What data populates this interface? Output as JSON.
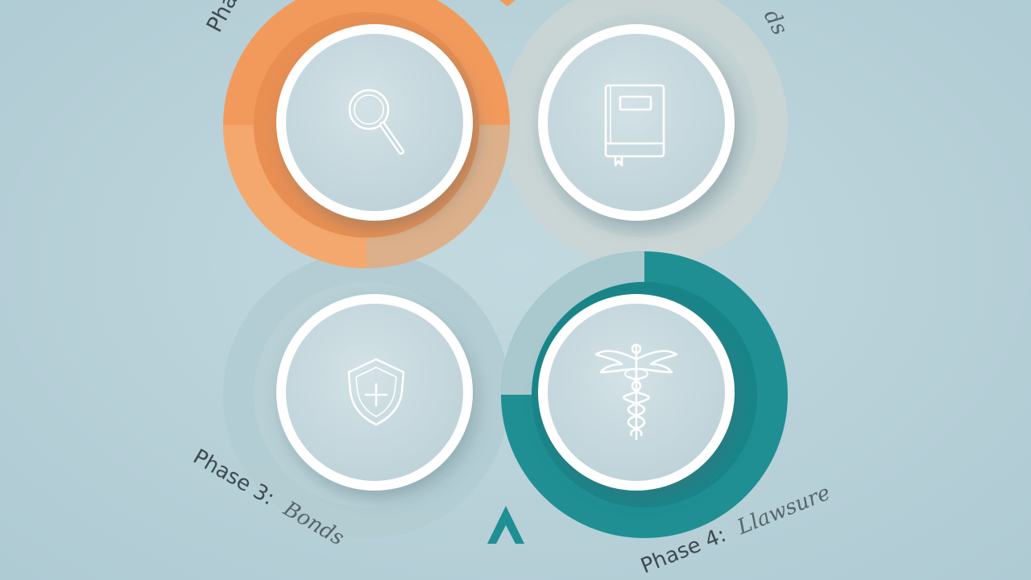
{
  "diagram": {
    "colors": {
      "background": "#b9d2da",
      "phase1": "#f29a5c",
      "phase2": "#c9d3d2",
      "phase3": "#b0cbd2",
      "phase4": "#1f8f93",
      "node_fill": "#c7d9de",
      "node_border": "#ffffff",
      "arrow": "#1f8f93"
    },
    "phases": [
      {
        "label_prefix": "Phas",
        "label_title": "",
        "icon": "magnifier-icon"
      },
      {
        "label_prefix": "",
        "label_title": "ds",
        "icon": "book-icon"
      },
      {
        "label_prefix": "Phase 3:",
        "label_title": "Bonds",
        "icon": "shield-plus-icon"
      },
      {
        "label_prefix": "Phase 4:",
        "label_title": "Llawsure",
        "icon": "caduceus-icon"
      }
    ]
  }
}
